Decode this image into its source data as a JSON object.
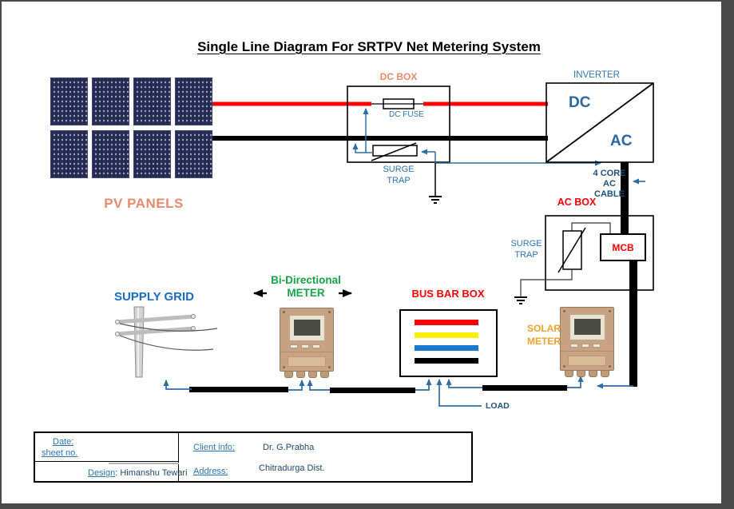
{
  "title": "Single Line Diagram For SRTPV Net Metering System",
  "labels": {
    "pv_panels": "PV PANELS",
    "dc_box": "DC BOX",
    "dc_fuse": "DC FUSE",
    "dc_surge_trap": "SURGE\nTRAP",
    "inverter": "INVERTER",
    "inverter_dc": "DC",
    "inverter_ac": "AC",
    "ac_cable": "4 CORE\nAC\nCABLE",
    "ac_box": "AC BOX",
    "ac_surge_trap": "SURGE\nTRAP",
    "mcb": "MCB",
    "supply_grid": "SUPPLY GRID",
    "bidirectional_meter": "Bi-Directional\nMETER",
    "bus_bar_box": "BUS BAR BOX",
    "solar_meter": "SOLAR\nMETER",
    "load": "LOAD"
  },
  "title_block": {
    "date_label": "Date:",
    "sheet_label": "sheet no.",
    "design_label": "Design",
    "design_value": ": Himanshu Tewari",
    "client_label": "Client info:",
    "client_value": "Dr. G.Prabha",
    "address_label": "Address:",
    "address_value": "Chitradurga Dist."
  },
  "colors": {
    "dc_positive_line": "#ff0000",
    "dc_negative_line": "#000000",
    "ac_cable": "#000000",
    "connector_blue": "#2e6da4",
    "label_salmon": "#e88b6d",
    "label_blue": "#2e74b5",
    "label_navy": "#1f4e79",
    "label_red": "#ff0000",
    "label_green": "#17a348",
    "label_orange": "#f0a32f",
    "supply_grid_blue": "#1b6bc0",
    "inverter_text": "#2767a3",
    "bus_bars": [
      "#ff0000",
      "#fff100",
      "#1c79d0",
      "#000000"
    ],
    "meter_body": "#c9a284",
    "panel_navy": "#252b54"
  },
  "icons": {
    "ground-icon": "⏚",
    "up-arrow-icon": "↑",
    "left-arrow-icon": "←",
    "right-arrow-icon": "→"
  }
}
